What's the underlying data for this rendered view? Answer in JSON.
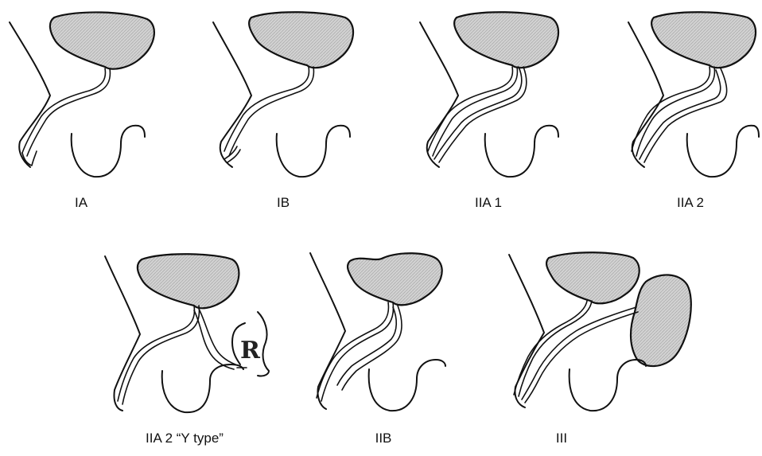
{
  "panels": [
    {
      "label": "IA"
    },
    {
      "label": "IB"
    },
    {
      "label": "IIA 1"
    },
    {
      "label": "IIA 2"
    },
    {
      "label": "IIA 2 “Y type”"
    },
    {
      "label": "IIB"
    },
    {
      "label": "III"
    }
  ],
  "annotations": {
    "rectum_letter": "R"
  },
  "colors": {
    "line": "#111111",
    "bladder_fill": "#cfcfcf"
  }
}
